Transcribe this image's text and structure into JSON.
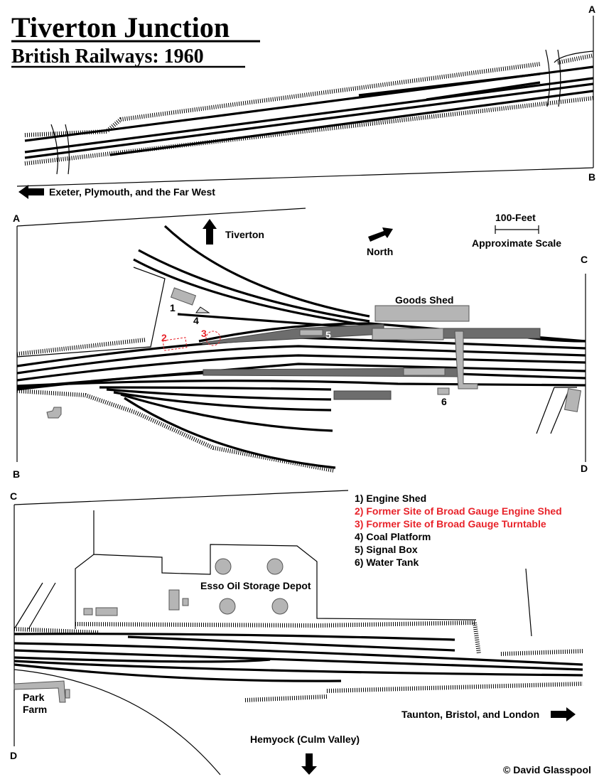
{
  "title": "Tiverton Junction",
  "subtitle": "British Railways: 1960",
  "panel_markers": {
    "a": "A",
    "b": "B",
    "c": "C",
    "d": "D"
  },
  "directions": {
    "west": "Exeter, Plymouth, and the Far West",
    "tiverton": "Tiverton",
    "north": "North",
    "east": "Taunton, Bristol, and London",
    "hemyock": "Hemyock (Culm Valley)"
  },
  "scale": {
    "length": "100-Feet",
    "label": "Approximate Scale"
  },
  "places": {
    "goods_shed": "Goods Shed",
    "esso": "Esso Oil Storage Depot",
    "park_farm_1": "Park",
    "park_farm_2": "Farm"
  },
  "markers": [
    "1",
    "2",
    "3",
    "4",
    "5",
    "6"
  ],
  "legend": [
    {
      "text": "1) Engine Shed",
      "color": "#000000"
    },
    {
      "text": "2) Former Site of Broad Gauge Engine Shed",
      "color": "#e8232a"
    },
    {
      "text": "3) Former Site of Broad Gauge Turntable",
      "color": "#e8232a"
    },
    {
      "text": "4) Coal Platform",
      "color": "#000000"
    },
    {
      "text": "5) Signal Box",
      "color": "#000000"
    },
    {
      "text": "6) Water Tank",
      "color": "#000000"
    }
  ],
  "copyright": "© David Glasspool"
}
